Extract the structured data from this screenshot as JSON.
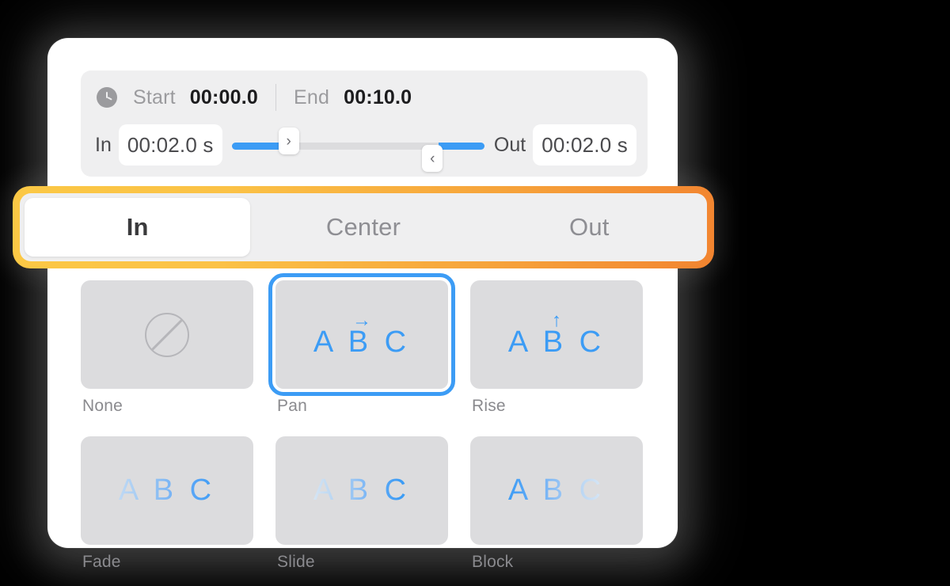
{
  "timing": {
    "clock_icon": "clock-icon",
    "start_label": "Start",
    "start_value": "00:00.0",
    "end_label": "End",
    "end_value": "00:10.0",
    "in_label": "In",
    "in_value": "00:02.0 s",
    "out_label": "Out",
    "out_value": "00:02.0 s",
    "slider": {
      "left_knob_icon": "›",
      "right_knob_icon": "‹",
      "left_fill_percent": 20,
      "right_fill_percent": 18,
      "track_color": "#dcdcde",
      "fill_color": "#3c9cf5"
    }
  },
  "segmented": {
    "highlight_color_start": "#fbc845",
    "highlight_color_end": "#f28430",
    "items": [
      {
        "label": "In",
        "active": true
      },
      {
        "label": "Center",
        "active": false
      },
      {
        "label": "Out",
        "active": false
      }
    ]
  },
  "effects": {
    "selection_color": "#3c9cf5",
    "items": [
      {
        "label": "None",
        "icon": "prohibition-icon",
        "glyph": "",
        "arrow": "",
        "selected": false,
        "style": "none"
      },
      {
        "label": "Pan",
        "icon": "abc-arrow-right-icon",
        "glyph": "A B C",
        "arrow": "→",
        "selected": true,
        "style": "solid"
      },
      {
        "label": "Rise",
        "icon": "abc-arrow-up-icon",
        "glyph": "A B C",
        "arrow": "↑",
        "selected": false,
        "style": "solid"
      },
      {
        "label": "Fade",
        "icon": "abc-fade-icon",
        "glyph": "A B C",
        "arrow": "",
        "selected": false,
        "style": "grad-fade"
      },
      {
        "label": "Slide",
        "icon": "abc-slide-icon",
        "glyph": "A B C",
        "arrow": "",
        "selected": false,
        "style": "grad-slide"
      },
      {
        "label": "Block",
        "icon": "abc-block-icon",
        "glyph": "A B C",
        "arrow": "",
        "selected": false,
        "style": "grad-block"
      }
    ]
  }
}
